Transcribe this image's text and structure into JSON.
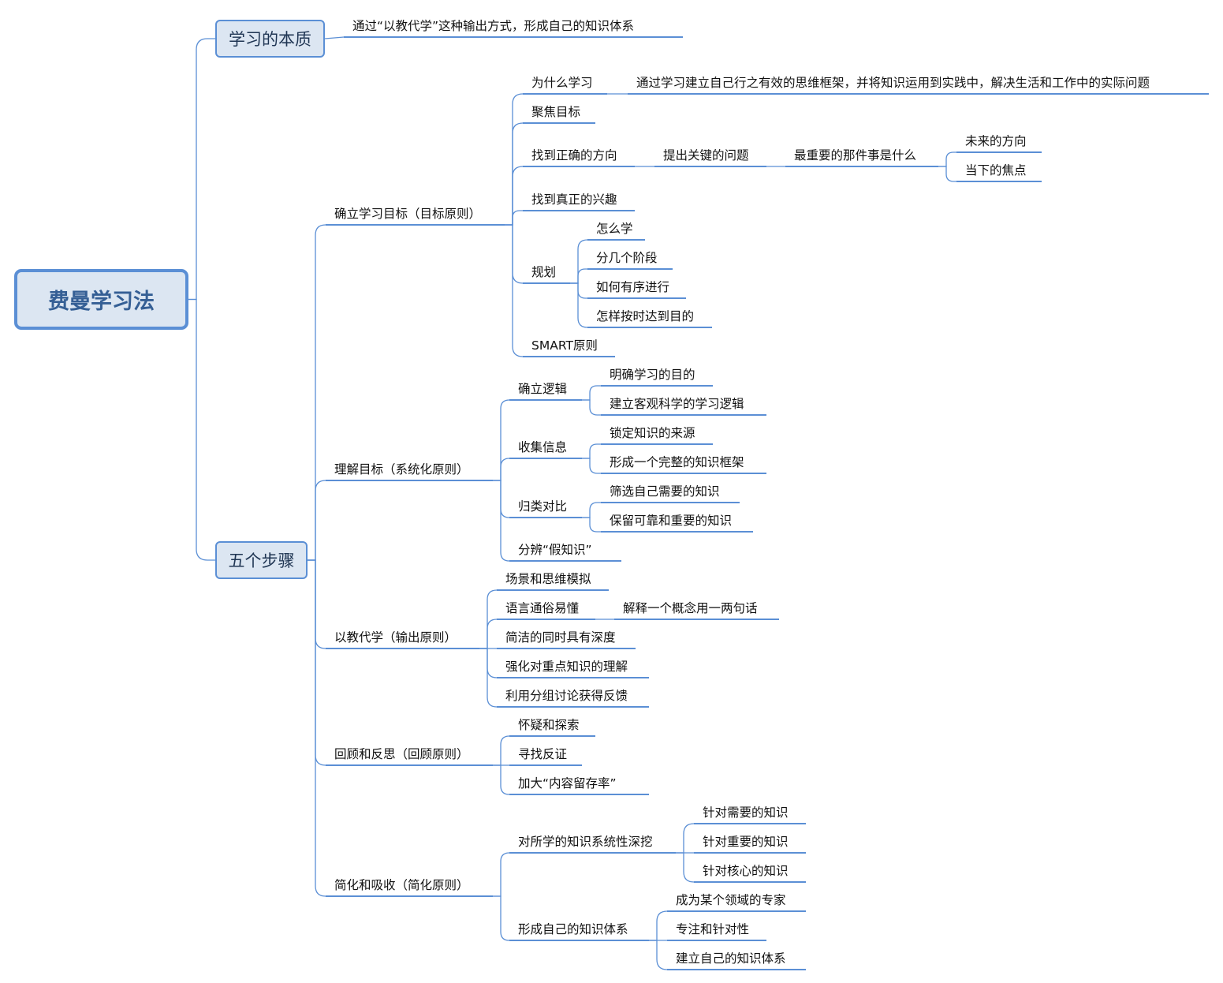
{
  "root": "费曼学习法",
  "essence": {
    "label": "学习的本质",
    "detail": "通过“以教代学”这种输出方式，形成自己的知识体系"
  },
  "steps": {
    "label": "五个步骤",
    "branches": [
      {
        "label": "确立学习目标（目标原则）",
        "children": [
          {
            "label": "为什么学习",
            "children": [
              {
                "label": "通过学习建立自己行之有效的思维框架，并将知识运用到实践中，解决生活和工作中的实际问题"
              }
            ]
          },
          {
            "label": "聚焦目标"
          },
          {
            "label": "找到正确的方向",
            "children": [
              {
                "label": "提出关键的问题",
                "children": [
                  {
                    "label": "最重要的那件事是什么",
                    "children": [
                      {
                        "label": "未来的方向"
                      },
                      {
                        "label": "当下的焦点"
                      }
                    ]
                  }
                ]
              }
            ]
          },
          {
            "label": "找到真正的兴趣"
          },
          {
            "label": "规划",
            "children": [
              {
                "label": "怎么学"
              },
              {
                "label": "分几个阶段"
              },
              {
                "label": "如何有序进行"
              },
              {
                "label": "怎样按时达到目的"
              }
            ]
          },
          {
            "label": "SMART原则"
          }
        ]
      },
      {
        "label": "理解目标（系统化原则）",
        "children": [
          {
            "label": "确立逻辑",
            "children": [
              {
                "label": "明确学习的目的"
              },
              {
                "label": "建立客观科学的学习逻辑"
              }
            ]
          },
          {
            "label": "收集信息",
            "children": [
              {
                "label": "锁定知识的来源"
              },
              {
                "label": "形成一个完整的知识框架"
              }
            ]
          },
          {
            "label": "归类对比",
            "children": [
              {
                "label": "筛选自己需要的知识"
              },
              {
                "label": "保留可靠和重要的知识"
              }
            ]
          },
          {
            "label": "分辨“假知识”"
          }
        ]
      },
      {
        "label": "以教代学（输出原则）",
        "children": [
          {
            "label": "场景和思维模拟"
          },
          {
            "label": "语言通俗易懂",
            "children": [
              {
                "label": "解释一个概念用一两句话"
              }
            ]
          },
          {
            "label": "简洁的同时具有深度"
          },
          {
            "label": "强化对重点知识的理解"
          },
          {
            "label": "利用分组讨论获得反馈"
          }
        ]
      },
      {
        "label": "回顾和反思（回顾原则）",
        "children": [
          {
            "label": "怀疑和探索"
          },
          {
            "label": "寻找反证"
          },
          {
            "label": "加大“内容留存率”"
          }
        ]
      },
      {
        "label": "简化和吸收（简化原则）",
        "children": [
          {
            "label": "对所学的知识系统性深挖",
            "children": [
              {
                "label": "针对需要的知识"
              },
              {
                "label": "针对重要的知识"
              },
              {
                "label": "针对核心的知识"
              }
            ]
          },
          {
            "label": "形成自己的知识体系",
            "children": [
              {
                "label": "成为某个领域的专家"
              },
              {
                "label": "专注和针对性"
              },
              {
                "label": "建立自己的知识体系"
              }
            ]
          }
        ]
      }
    ]
  },
  "colors": {
    "line": "#5b8fd5",
    "box_fill": "#dce6f2",
    "root_text": "#355f95"
  }
}
